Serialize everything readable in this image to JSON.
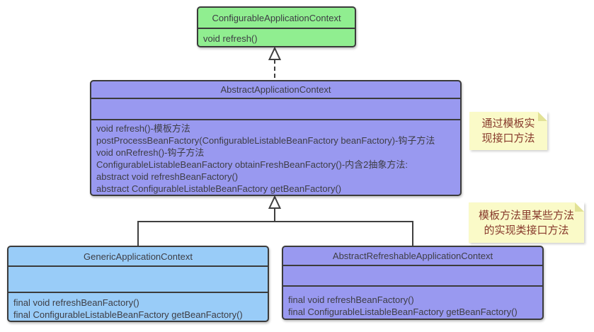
{
  "classes": [
    {
      "title": "ConfigurableApplicationContext",
      "methods": [
        "void refresh()"
      ],
      "fill": "#90ee90"
    },
    {
      "title": "AbstractApplicationContext",
      "methods": [
        "void refresh()-模板方法",
        "postProcessBeanFactory(ConfigurableListableBeanFactory beanFactory)-钩子方法",
        "void onRefresh()-钩子方法",
        "ConfigurableListableBeanFactory obtainFreshBeanFactory()-内含2抽象方法:",
        "abstract void refreshBeanFactory()",
        "abstract ConfigurableListableBeanFactory getBeanFactory()"
      ],
      "fill": "#9999f0"
    },
    {
      "title": "GenericApplicationContext",
      "methods": [
        "final void refreshBeanFactory()",
        "final ConfigurableListableBeanFactory getBeanFactory()"
      ],
      "fill": "#99ccf8"
    },
    {
      "title": "AbstractRefreshableApplicationContext",
      "methods": [
        "final void refreshBeanFactory()",
        "final ConfigurableListableBeanFactory getBeanFactory()"
      ],
      "fill": "#9999f0"
    }
  ],
  "notes": [
    {
      "text": "通过模板实现接口方法",
      "lines": [
        "通过模板实",
        "现接口方法"
      ]
    },
    {
      "text": "模板方法里某些方法的实现类接口方法",
      "lines": [
        "模板方法里某些方法",
        "的实现类接口方法"
      ]
    }
  ],
  "relationships": [
    {
      "type": "realization",
      "from": "AbstractApplicationContext",
      "to": "ConfigurableApplicationContext",
      "line": "dashed-hollow-triangle"
    },
    {
      "type": "generalization",
      "from": "GenericApplicationContext",
      "to": "AbstractApplicationContext",
      "line": "solid-hollow-triangle"
    },
    {
      "type": "generalization",
      "from": "AbstractRefreshableApplicationContext",
      "to": "AbstractApplicationContext",
      "line": "solid-hollow-triangle"
    }
  ],
  "colors": {
    "class_green": "#90ee90",
    "class_purple": "#9999f0",
    "class_blue": "#99ccf8",
    "note_yellow": "#fafac8",
    "note_fold": "#e2e296",
    "note_text": "#87392b",
    "border": "#3b3b3b",
    "connector": "#3f3f3f",
    "class_text": "#3d3d44",
    "background": "#ffffff"
  }
}
